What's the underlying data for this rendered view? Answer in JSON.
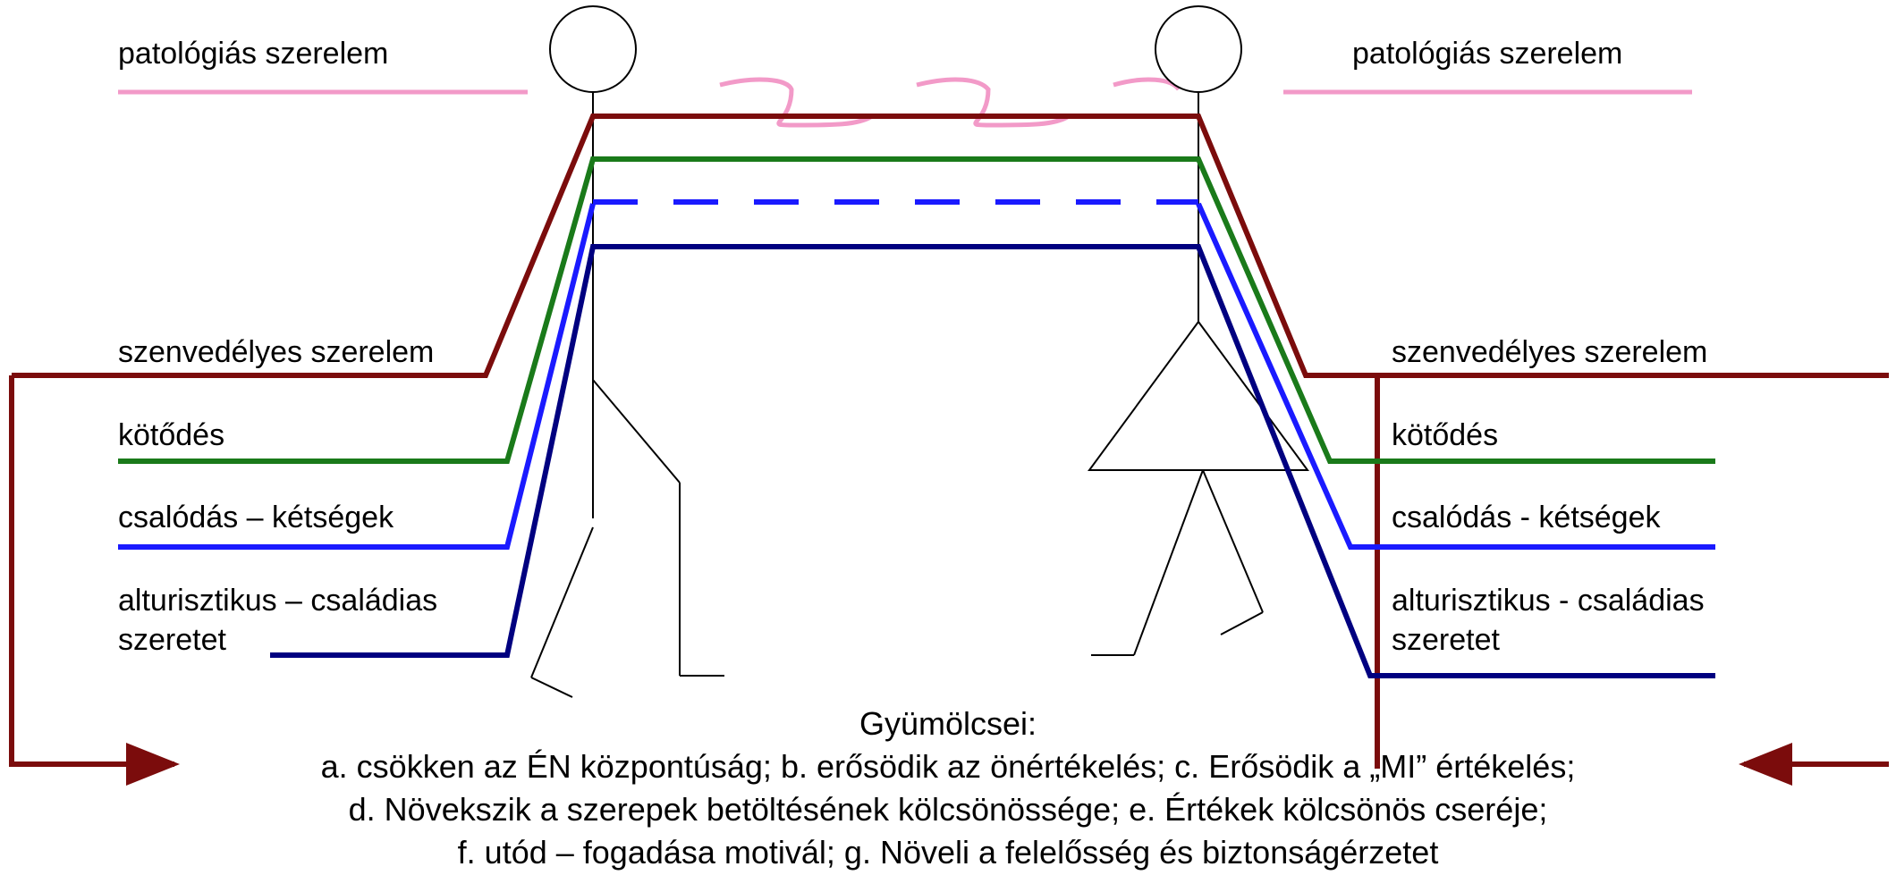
{
  "left_labels": {
    "pathological": "patológiás szerelem",
    "passionate": "szenvedélyes szerelem",
    "attachment": "kötődés",
    "disappointment": "csalódás – kétségek",
    "altruistic_line1": "alturisztikus – családias",
    "altruistic_line2": "szeretet"
  },
  "right_labels": {
    "pathological": "patológiás szerelem",
    "passionate": "szenvedélyes szerelem",
    "attachment": "kötődés",
    "disappointment": "csalódás - kétségek",
    "altruistic_line1": "alturisztikus - családias",
    "altruistic_line2": "szeretet"
  },
  "fruits": {
    "title": "Gyümölcsei:",
    "line1": "a. csökken az ÉN központúság; b. erősödik az önértékelés; c. Erősödik a „MI” értékelés;",
    "line2": "d. Növekszik a szerepek betöltésének kölcsönössége; e. Értékek kölcsönös cseréje;",
    "line3": "f. utód – fogadása motivál; g. Növeli a felelősség és biztonságérzetet"
  },
  "colors": {
    "pathological": "#f29ac8",
    "passionate": "#7b0c0c",
    "attachment": "#1a7a1a",
    "disappointment": "#1a1aff",
    "altruistic": "#000080",
    "figure": "#000000"
  }
}
